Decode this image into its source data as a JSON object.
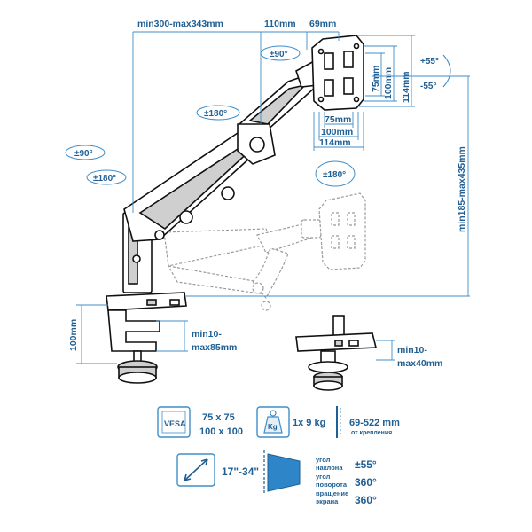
{
  "dimensions": {
    "reach_label": "min300-max343mm",
    "arm_label": "110mm",
    "head_label": "69mm",
    "vesa_h_75": "75mm",
    "vesa_h_100": "100mm",
    "vesa_h_114": "114mm",
    "vesa_w_75": "75mm",
    "vesa_w_100": "100mm",
    "vesa_w_114": "114mm",
    "height_range": "min185-max435mm",
    "base_height": "100mm",
    "clamp_range_1": "min10-",
    "clamp_range_2": "max85mm",
    "grommet_range_1": "min10-",
    "grommet_range_2": "max40mm"
  },
  "angles": {
    "tilt_up": "+55°",
    "tilt_down": "-55°",
    "swivel_head": "±90°",
    "rotate_arm": "±180°",
    "rotate_screen": "±180°",
    "base_swivel_1": "±90°",
    "base_swivel_2": "±180°"
  },
  "specs": {
    "vesa_badge": "VESA",
    "vesa_1": "75 x 75",
    "vesa_2": "100 x 100",
    "weight_icon_label": "Kg",
    "weight": "1x 9 kg",
    "height_value": "69-522 mm",
    "height_note": "от крепления",
    "screen_size": "17\"-34\"",
    "tilt_label_1": "угол",
    "tilt_label_2": "наклона",
    "tilt_value": "±55°",
    "swivel_label_1": "угол",
    "swivel_label_2": "поворота",
    "swivel_value": "360°",
    "rotate_label_1": "вращение",
    "rotate_label_2": "экрана",
    "rotate_value": "360°"
  }
}
